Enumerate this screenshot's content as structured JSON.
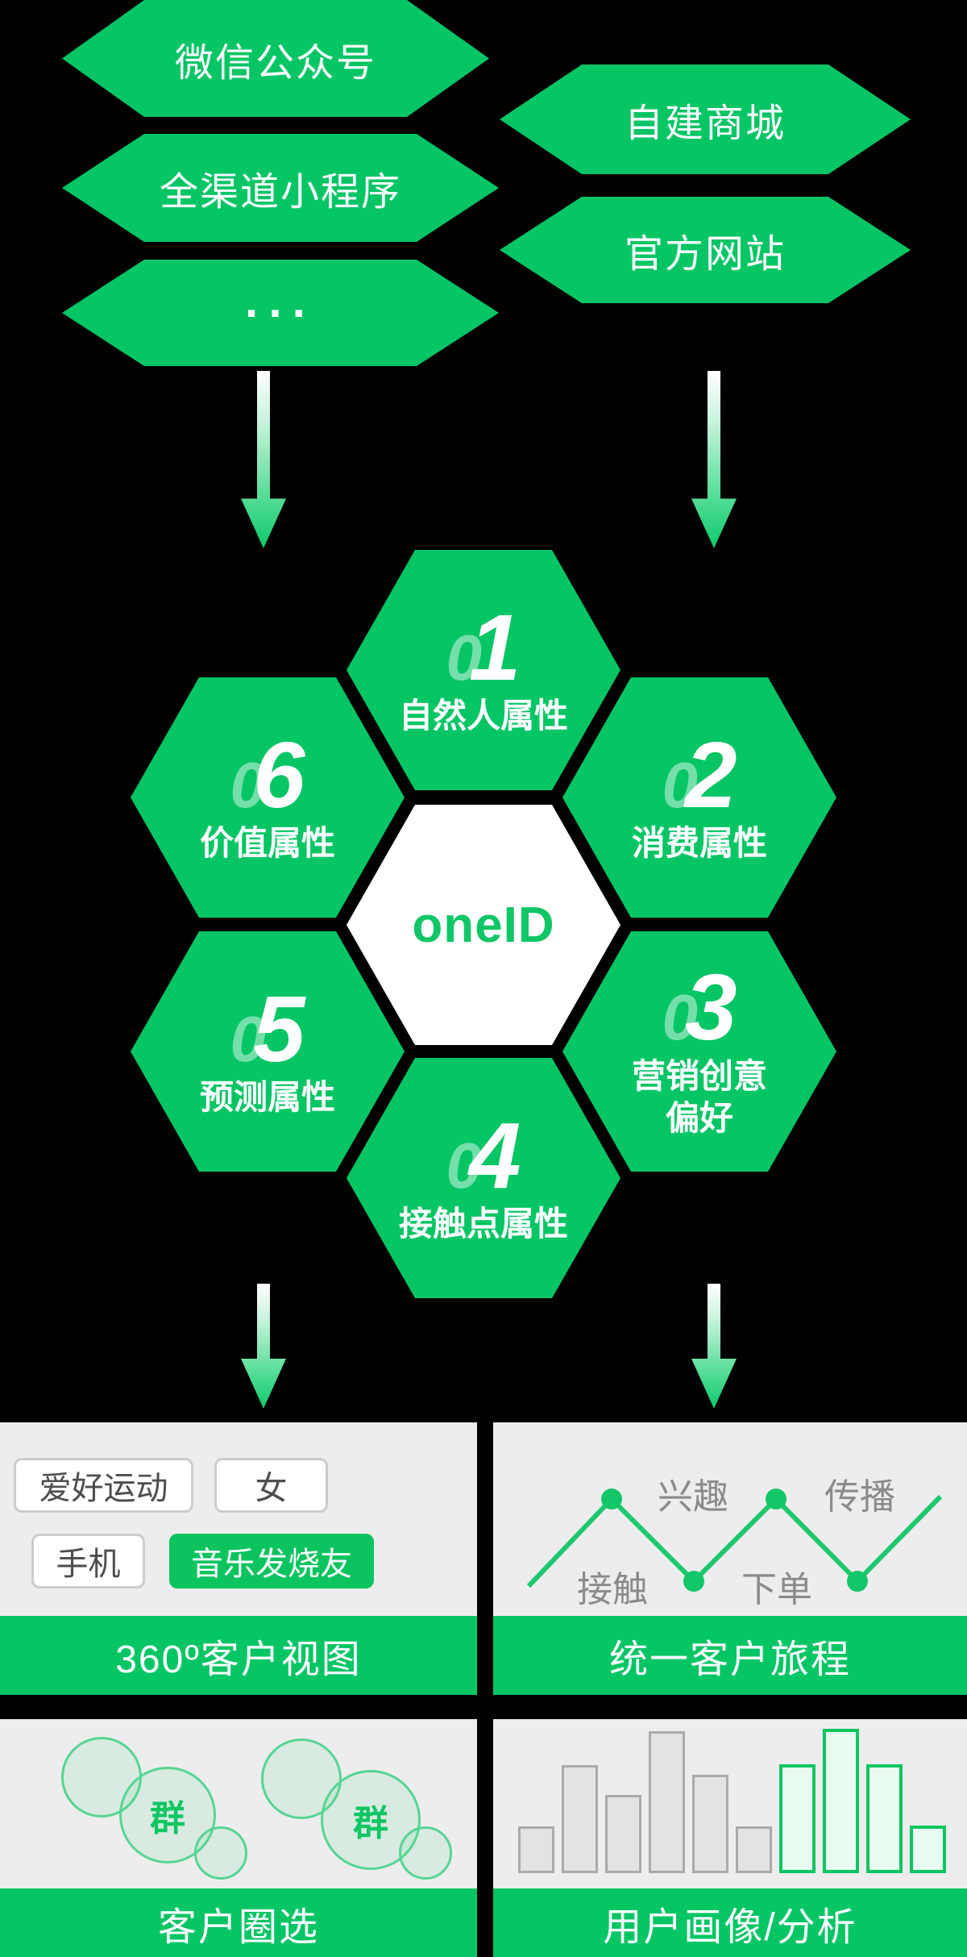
{
  "colors": {
    "accent_green": "#05C565",
    "tag_green": "#0CC45F",
    "oneid_green": "#10C667",
    "card_gray": "#EDEDED",
    "bar_gray_fill": "#E3E3E3",
    "bar_green_border": "#0BC562",
    "journey_text_gray": "#8A8A8A"
  },
  "sources": {
    "left": [
      {
        "label": "微信公众号"
      },
      {
        "label": "全渠道小程序"
      },
      {
        "label": "···"
      }
    ],
    "right": [
      {
        "label": "自建商城"
      },
      {
        "label": "官方网站"
      }
    ]
  },
  "hive": {
    "center_label": "oneID",
    "cells": [
      {
        "prefix": "0",
        "digit": "1",
        "label": "自然人属性",
        "label2": ""
      },
      {
        "prefix": "0",
        "digit": "2",
        "label": "消费属性",
        "label2": ""
      },
      {
        "prefix": "0",
        "digit": "3",
        "label": "营销创意",
        "label2": "偏好"
      },
      {
        "prefix": "0",
        "digit": "4",
        "label": "接触点属性",
        "label2": ""
      },
      {
        "prefix": "0",
        "digit": "5",
        "label": "预测属性",
        "label2": ""
      },
      {
        "prefix": "0",
        "digit": "6",
        "label": "价值属性",
        "label2": ""
      }
    ]
  },
  "cards": {
    "view360": {
      "title": "360º客户视图",
      "tags": [
        {
          "label": "爱好运动",
          "style": "outline"
        },
        {
          "label": "女",
          "style": "outline"
        },
        {
          "label": "手机",
          "style": "outline"
        },
        {
          "label": "音乐发烧友",
          "style": "filled"
        }
      ]
    },
    "journey": {
      "title": "统一客户旅程",
      "stages": [
        "接触",
        "兴趣",
        "下单",
        "传播"
      ]
    },
    "segment": {
      "title": "客户圈选",
      "bubble_label": "群"
    },
    "profile": {
      "title": "用户画像/分析",
      "bars_gray": [
        58,
        134,
        97,
        176,
        122,
        58
      ],
      "bars_green": [
        135,
        179,
        135,
        59
      ]
    }
  }
}
